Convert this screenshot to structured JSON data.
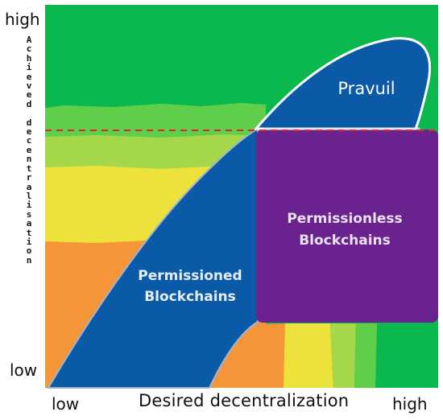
{
  "axes": {
    "y_high": "high",
    "y_low": "low",
    "y_title": "Achieved decentralisation",
    "x_low": "low",
    "x_high": "high",
    "x_title": "Desired decentralization"
  },
  "regions": {
    "pravuil": "Pravuil",
    "permissionless_line1": "Permissionless",
    "permissionless_line2": "Blockchains",
    "permissioned_line1": "Permissioned",
    "permissioned_line2": "Blockchains"
  },
  "colors": {
    "green_dark": "#0bb84e",
    "green_mid": "#5fce4a",
    "green_light": "#a4d74a",
    "yellow": "#ede13c",
    "orange": "#f5953a",
    "blue": "#0b5aa8",
    "purple": "#6a238e",
    "dashed_line": "#e8222c"
  }
}
